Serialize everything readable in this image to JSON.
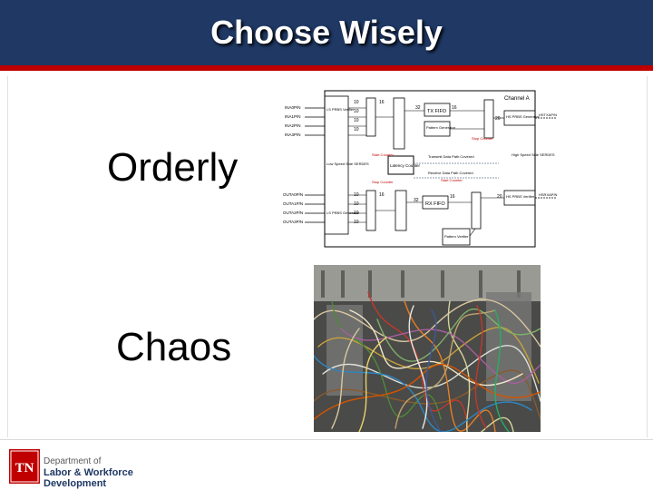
{
  "title": "Choose Wisely",
  "labels": {
    "orderly": "Orderly",
    "chaos": "Chaos"
  },
  "diagram": {
    "left_pins": [
      "INA0P/N",
      "INA1P/N",
      "INA2P/N",
      "INA3P/N"
    ],
    "left_out_pins": [
      "OUTA0P/N",
      "OUTA1P/N",
      "OUTA2P/N",
      "OUTA3P/N"
    ],
    "ls_prbs_verifier": "LS PRBS Verifier",
    "ls_prbs_generator": "LS PRBS Generator",
    "low_speed": "Low Speed Side SERDES",
    "high_speed": "High Speed Side SERDES",
    "channel": "Channel A",
    "tx_fifo": "TX FIFO",
    "rx_fifo": "RX FIFO",
    "pattern_generator": "Pattern Generator",
    "pattern_verifier": "Pattern Verifier",
    "latency_counter": "Latency Counter",
    "start_counter": "Start Counter",
    "stop_counter": "Stop Counter",
    "transmit_path": "Transmit Data Path Covered",
    "receive_path": "Receive Data Path Covered",
    "hs_prbs_generator": "HS PRBS Generator",
    "hs_prbs_verifier": "HS PRBS Verifier",
    "hstxap": "HSTXAP/N",
    "hsrxap": "HSRXAP/N",
    "bus_10": "10",
    "bus_16": "16",
    "bus_32": "32",
    "bus_20": "20"
  },
  "footer": {
    "dept_of": "Department of",
    "labor": "Labor & Workforce",
    "development": "Development",
    "seal_text": "TN"
  },
  "colors": {
    "title_bar": "#1f3864",
    "accent_red": "#c00000",
    "title_text": "#ffffff"
  }
}
